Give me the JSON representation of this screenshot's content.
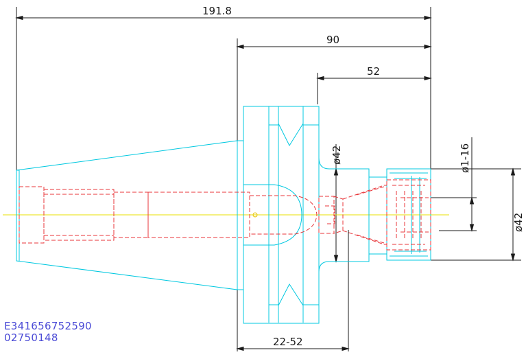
{
  "dimensions": {
    "overall_length": "191.8",
    "flange_to_end": "90",
    "body_length": "52",
    "neck_diameter": "ø42",
    "nut_diameter": "ø42",
    "clamp_range": "ø1-16",
    "adjust_range": "22-52"
  },
  "part_id": {
    "code": "E341656752590",
    "number": "02750148"
  },
  "colors": {
    "outline": "#00c8e0",
    "hidden": "#e8363a",
    "centerline": "#e8e000",
    "dimension": "#1a1a1a",
    "label": "#4b4bd6"
  }
}
